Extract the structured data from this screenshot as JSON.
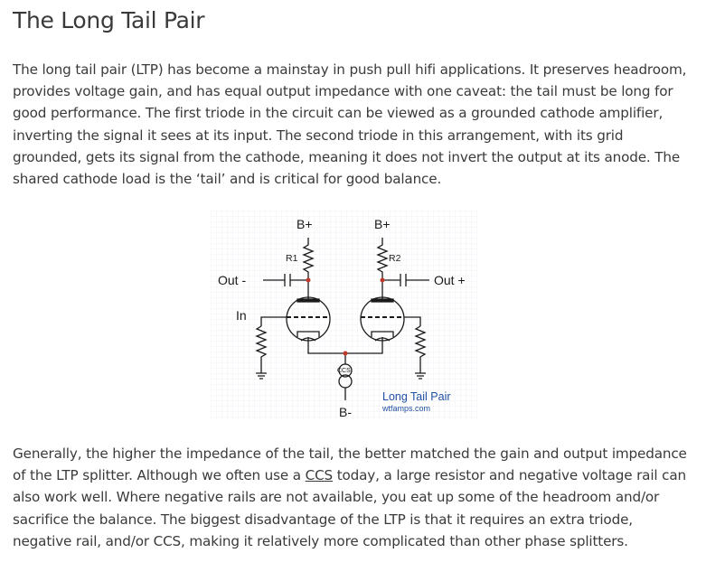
{
  "article": {
    "title": "The Long Tail Pair",
    "paragraph1": "The long tail pair (LTP) has become a mainstay in push pull hifi applications. It preserves headroom, provides voltage gain, and has equal output impedance with one caveat: the tail must be long for good performance. The first triode in the circuit can be viewed as a grounded cathode amplifier, inverting the signal it sees at its input. The second triode in this arrangement, with its grid grounded, gets its signal from the cathode, meaning it does not invert the output at its anode. The shared cathode load is the ‘tail’ and is critical for good balance.",
    "paragraph2_before_link": "Generally, the higher the impedance of the tail, the better matched the gain and output impedance of the LTP splitter. Although we often use a ",
    "paragraph2_link": "CCS",
    "paragraph2_after_link": " today, a large resistor and negative voltage rail can also work well. Where negative rails are not available, you eat up some of the headroom and/or sacrifice the balance. The biggest disadvantage of the LTP is that it requires an extra triode, negative rail, and/or CCS, making it relatively more complicated than other phase splitters."
  },
  "figure": {
    "label_b_plus_left": "B+",
    "label_b_plus_right": "B+",
    "label_r1": "R1",
    "label_r2": "R2",
    "label_out_minus": "Out -",
    "label_out_plus": "Out +",
    "label_in": "In",
    "label_ccs": "CCS",
    "label_b_minus": "B-",
    "caption_title": "Long Tail Pair",
    "caption_site": "wtfamps.com",
    "colors": {
      "wire": "#1a1a1a",
      "caption": "#1f4fa3",
      "node": "#c0392b",
      "grid": "#eef0f6"
    }
  }
}
